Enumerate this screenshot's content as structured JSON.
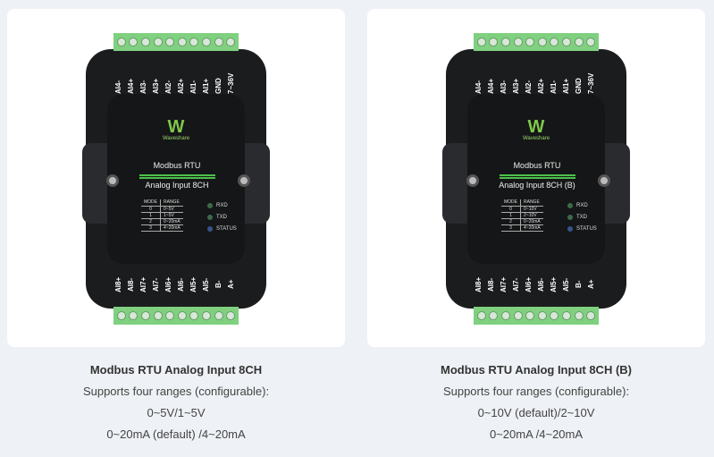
{
  "products": [
    {
      "title": "Modbus RTU Analog Input 8CH",
      "lines": [
        "Supports four ranges (configurable):",
        "0~5V/1~5V",
        "0~20mA (default) /4~20mA"
      ],
      "device": {
        "brand": "Waveshare",
        "line1": "Modbus RTU",
        "line2": "Analog Input 8CH",
        "table_header": [
          "MODE",
          "RANGE"
        ],
        "table": [
          [
            "0",
            "0~5V"
          ],
          [
            "1",
            "1~5V"
          ],
          [
            "2",
            "0~20mA"
          ],
          [
            "3",
            "4~20mA"
          ]
        ],
        "leds": [
          "RXD",
          "TXD",
          "STATUS"
        ],
        "top_pins": [
          "AI4-",
          "AI4+",
          "AI3-",
          "AI3+",
          "AI2-",
          "AI2+",
          "AI1-",
          "AI1+",
          "GND",
          "7~36V"
        ],
        "bottom_pins": [
          "AI8+",
          "AI8-",
          "AI7+",
          "AI7-",
          "AI6+",
          "AI6-",
          "AI5+",
          "AI5-",
          "B-",
          "A+"
        ]
      }
    },
    {
      "title": "Modbus RTU Analog Input 8CH (B)",
      "lines": [
        "Supports four ranges (configurable):",
        "0~10V (default)/2~10V",
        "0~20mA /4~20mA"
      ],
      "device": {
        "brand": "Waveshare",
        "line1": "Modbus RTU",
        "line2": "Analog Input 8CH (B)",
        "table_header": [
          "MODE",
          "RANGE"
        ],
        "table": [
          [
            "0",
            "0~10V"
          ],
          [
            "1",
            "2~10V"
          ],
          [
            "2",
            "0~20mA"
          ],
          [
            "3",
            "4~20mA"
          ]
        ],
        "leds": [
          "RXD",
          "TXD",
          "STATUS"
        ],
        "top_pins": [
          "AI4-",
          "AI4+",
          "AI3-",
          "AI3+",
          "AI2-",
          "AI2+",
          "AI1-",
          "AI1+",
          "GND",
          "7~36V"
        ],
        "bottom_pins": [
          "AI8+",
          "AI8-",
          "AI7+",
          "AI7-",
          "AI6+",
          "AI6-",
          "AI5+",
          "AI5-",
          "B-",
          "A+"
        ]
      }
    }
  ]
}
